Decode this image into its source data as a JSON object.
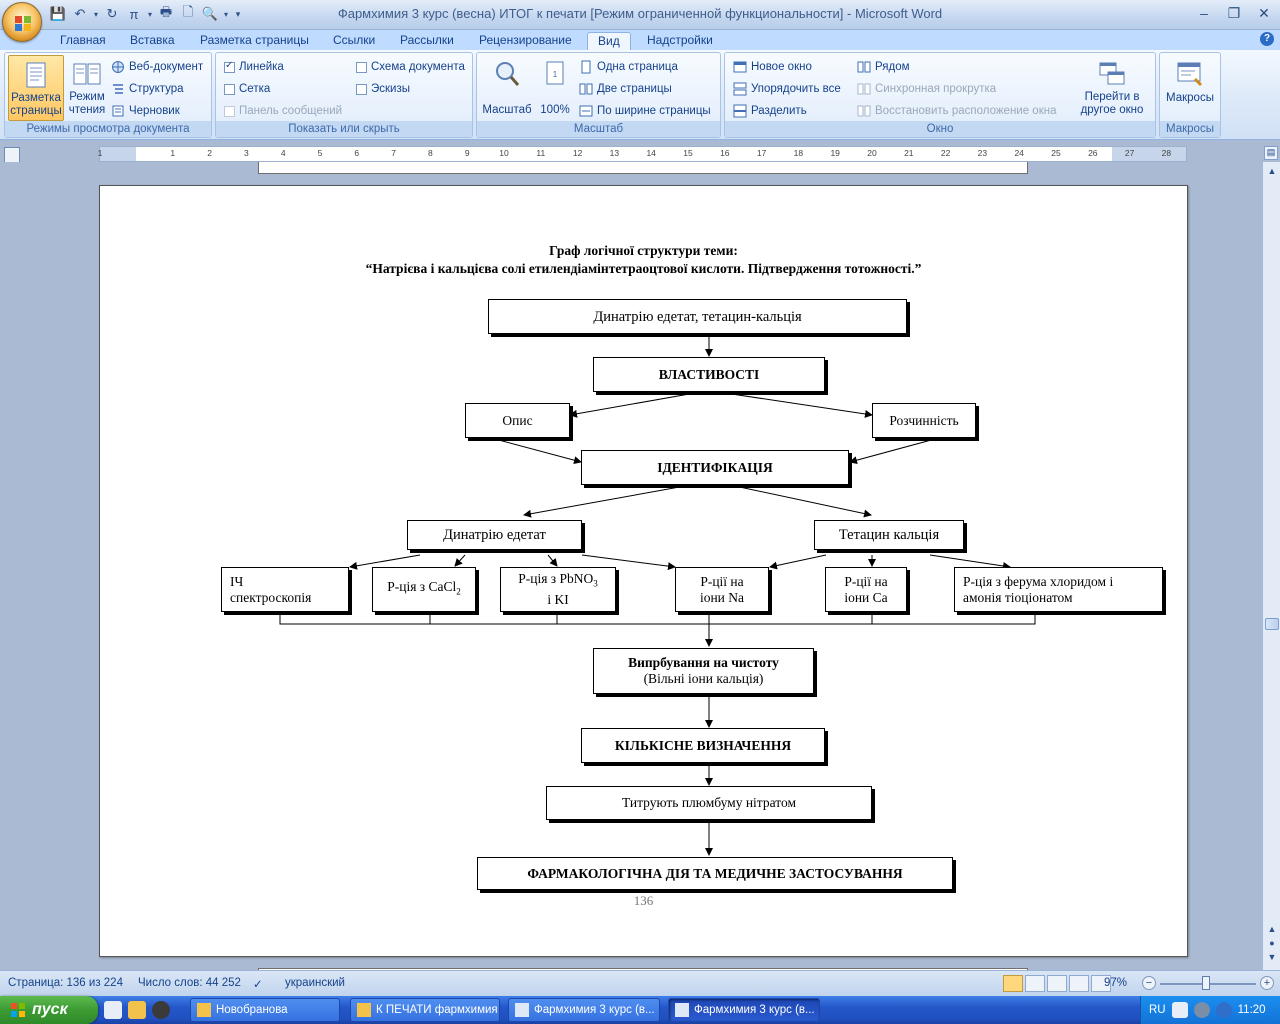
{
  "window": {
    "title": "Фармхимия 3 курс (весна) ИТОГ к печати [Режим ограниченной функциональности] - Microsoft Word"
  },
  "tabs": [
    "Главная",
    "Вставка",
    "Разметка страницы",
    "Ссылки",
    "Рассылки",
    "Рецензирование",
    "Вид",
    "Надстройки"
  ],
  "active_tab": "Вид",
  "ribbon": {
    "views": {
      "label": "Режимы просмотра документа",
      "page_layout": "Разметка страницы",
      "reading": "Режим чтения",
      "web": "Веб-документ",
      "outline": "Структура",
      "draft": "Черновик"
    },
    "show": {
      "label": "Показать или скрыть",
      "ruler": "Линейка",
      "grid": "Сетка",
      "message_bar": "Панель сообщений",
      "doc_map": "Схема документа",
      "thumbnails": "Эскизы"
    },
    "zoom": {
      "label": "Масштаб",
      "zoom": "Масштаб",
      "hundred": "100%",
      "one_page": "Одна страница",
      "two_pages": "Две страницы",
      "page_width": "По ширине страницы"
    },
    "window": {
      "label": "Окно",
      "new_window": "Новое окно",
      "arrange_all": "Упорядочить все",
      "split": "Разделить",
      "side_by_side": "Рядом",
      "sync_scroll": "Синхронная прокрутка",
      "reset_position": "Восстановить расположение окна",
      "switch_windows": "Перейти в другое окно"
    },
    "macros": {
      "label": "Макросы",
      "macros": "Макросы"
    }
  },
  "ruler_numbers": [
    "1",
    "1",
    "2",
    "3",
    "4",
    "5",
    "6",
    "7",
    "8",
    "9",
    "10",
    "11",
    "12",
    "13",
    "14",
    "15",
    "16",
    "17",
    "18",
    "19",
    "20",
    "21",
    "22",
    "23",
    "24",
    "25",
    "26",
    "27",
    "28"
  ],
  "document": {
    "title_line1": "Граф логічної структури теми:",
    "title_line2": "“Натрієва і кальцієва солі етилендіамінтетраоцтової кислоти. Підтвердження тотожності.”",
    "nodes": {
      "root": "Динатрію едетат, тетацин-кальція",
      "properties": "ВЛАСТИВОСТІ",
      "description": "Опис",
      "solubility": "Розчинність",
      "identification": "ІДЕНТИФІКАЦІЯ",
      "disodium": "Динатрію едетат",
      "tetacin": "Тетацин кальція",
      "ir_line1": "ІЧ",
      "ir_line2": "спектроскопія",
      "cacl2_prefix": "Р-ція з CaCl",
      "cacl2_sub": "2",
      "pbno3_line1_prefix": "Р-ція з PbNO",
      "pbno3_sub": "3",
      "pbno3_line2": "і KI",
      "na_line1": "Р-ції на",
      "na_line2": "іони Na",
      "ca_line1": "Р-ції на",
      "ca_line2": "іони Ca",
      "ferric_line1": "Р-ція з ферума хлоридом і",
      "ferric_line2": "амонія тіоціонатом",
      "purity_line1": "Випрбування на чистоту",
      "purity_line2": "(Вільні іони кальція)",
      "quant": "КІЛЬКІСНЕ ВИЗНАЧЕННЯ",
      "titration": "Титрують плюмбуму нітратом",
      "pharma": "ФАРМАКОЛОГІЧНА ДІЯ ТА МЕДИЧНЕ ЗАСТОСУВАННЯ"
    },
    "page_number": "136"
  },
  "statusbar": {
    "page": "Страница: 136 из 224",
    "words": "Число слов: 44 252",
    "language": "украинский",
    "zoom": "97%"
  },
  "taskbar": {
    "start": "пуск",
    "tasks": [
      "Новобранова",
      "К ПЕЧАТИ фармхимия",
      "Фармхимия 3 курс (в...",
      "Фармхимия 3 курс (в..."
    ],
    "lang": "RU",
    "time": "11:20"
  }
}
